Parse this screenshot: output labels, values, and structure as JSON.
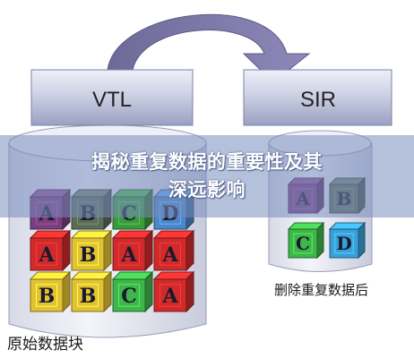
{
  "diagram": {
    "boxes": {
      "left_label": "VTL",
      "right_label": "SIR"
    },
    "title_line1": "揭秘重复数据的重要性及其",
    "title_line2": "深远影响",
    "caption_left": "原始数据块",
    "caption_right": "删除重复数据后",
    "left_blocks": [
      [
        {
          "letter": "A",
          "color": "#7a3f7d"
        },
        {
          "letter": "B",
          "color": "#5b6d58"
        },
        {
          "letter": "C",
          "color": "#3c9a3c"
        },
        {
          "letter": "D",
          "color": "#4d87c8"
        }
      ],
      [
        {
          "letter": "A",
          "color": "#cf2b2b"
        },
        {
          "letter": "B",
          "color": "#e1c233"
        },
        {
          "letter": "A",
          "color": "#cf2b2b"
        },
        {
          "letter": "A",
          "color": "#cf2b2b"
        }
      ],
      [
        {
          "letter": "B",
          "color": "#e1c233"
        },
        {
          "letter": "B",
          "color": "#e1c233"
        },
        {
          "letter": "C",
          "color": "#3fb54a"
        },
        {
          "letter": "A",
          "color": "#cf2b2b"
        }
      ]
    ],
    "right_blocks": [
      [
        {
          "letter": "A",
          "color": "#7a3f7d"
        },
        {
          "letter": "B",
          "color": "#5b6d58"
        }
      ],
      [
        {
          "letter": "C",
          "color": "#3fb54a"
        },
        {
          "letter": "D",
          "color": "#3aa0d8"
        }
      ]
    ]
  }
}
